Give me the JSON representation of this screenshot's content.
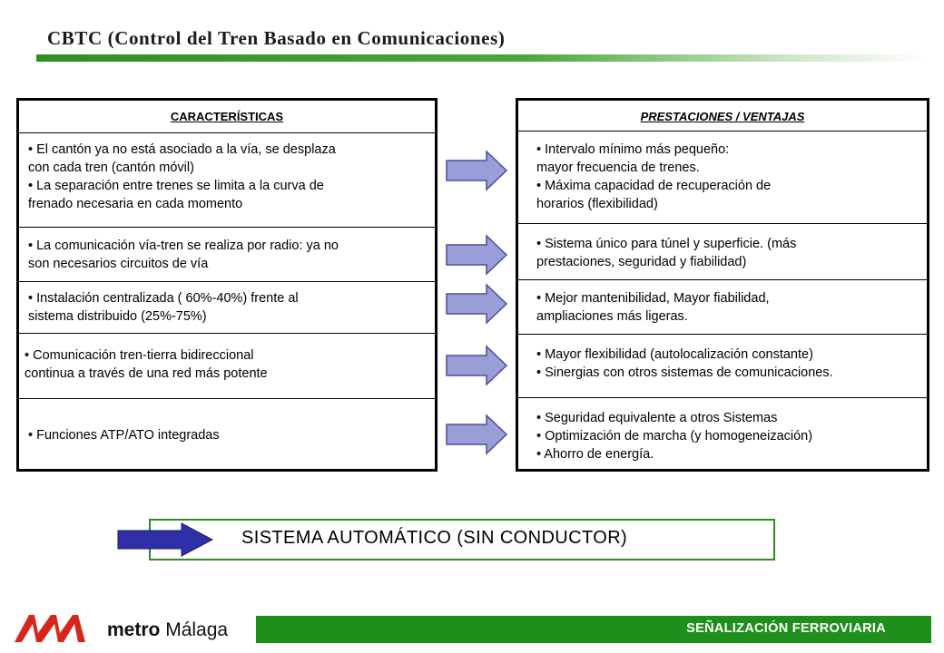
{
  "title": "CBTC (Control del Tren Basado en Comunicaciones)",
  "left": {
    "header": "CARACTERÍSTICAS",
    "cells": [
      [
        "• El cantón ya no está asociado a la vía, se desplaza",
        "con cada tren (cantón móvil)",
        "• La separación entre trenes se limita a la curva de",
        "frenado necesaria en cada momento"
      ],
      [
        "• La comunicación vía-tren se realiza por radio: ya no",
        "son necesarios circuitos de vía"
      ],
      [
        "• Instalación centralizada ( 60%-40%) frente al",
        "sistema distribuido (25%-75%)"
      ],
      [
        "• Comunicación tren-tierra bidireccional",
        "continua a través de una red más potente"
      ],
      [
        "• Funciones ATP/ATO integradas"
      ]
    ]
  },
  "right": {
    "header": "PRESTACIONES / VENTAJAS",
    "cells": [
      [
        "• Intervalo mínimo más pequeño:",
        "mayor frecuencia de trenes.",
        "• Máxima capacidad de recuperación de",
        "horarios (flexibilidad)"
      ],
      [
        "• Sistema único para túnel y superficie. (más",
        "prestaciones, seguridad y fiabilidad)"
      ],
      [
        "• Mejor mantenibilidad, Mayor fiabilidad,",
        "ampliaciones más ligeras."
      ],
      [
        "• Mayor flexibilidad (autolocalización constante)",
        "• Sinergias con otros sistemas de comunicaciones."
      ],
      [
        "• Seguridad equivalente a otros Sistemas",
        "• Optimización de marcha (y homogeneización)",
        "• Ahorro de energía."
      ]
    ]
  },
  "bottom_box": "SISTEMA AUTOMÁTICO (SIN CONDUCTOR)",
  "footer": "SEÑALIZACIÓN FERROVIARIA",
  "logo": {
    "word1": "metro",
    "word2": "Málaga"
  },
  "colors": {
    "green": "#1d8f1a",
    "arrow_fill": "#9a9ed8",
    "big_arrow_fill": "#2f2fa8"
  }
}
